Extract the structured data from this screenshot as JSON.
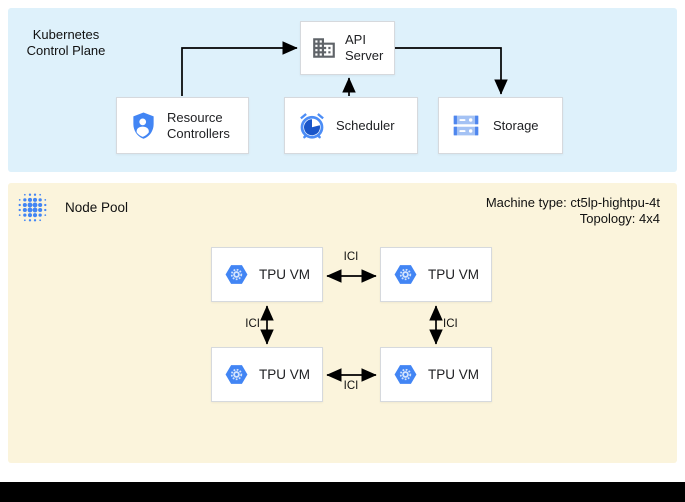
{
  "control_plane": {
    "title": "Kubernetes Control Plane",
    "nodes": {
      "api_server": {
        "label": "API Server",
        "icon": "building-icon"
      },
      "resource_controllers": {
        "label": "Resource Controllers",
        "icon": "shield-person-icon"
      },
      "scheduler": {
        "label": "Scheduler",
        "icon": "alarm-clock-icon"
      },
      "storage": {
        "label": "Storage",
        "icon": "disk-stack-icon"
      }
    }
  },
  "node_pool": {
    "title": "Node Pool",
    "icon": "dot-cluster-icon",
    "machine_type": "Machine type: ct5lp-hightpu-4t",
    "topology": "Topology: 4x4",
    "vms": [
      {
        "label": "TPU VM",
        "icon": "gke-hexagon-icon"
      },
      {
        "label": "TPU VM",
        "icon": "gke-hexagon-icon"
      },
      {
        "label": "TPU VM",
        "icon": "gke-hexagon-icon"
      },
      {
        "label": "TPU VM",
        "icon": "gke-hexagon-icon"
      }
    ],
    "links": [
      {
        "label": "ICI"
      },
      {
        "label": "ICI"
      },
      {
        "label": "ICI"
      },
      {
        "label": "ICI"
      }
    ]
  },
  "colors": {
    "control_plane_bg": "#DEF1FB",
    "node_pool_bg": "#FBF4DC",
    "accent_blue": "#4285F4",
    "light_blue": "#A4C2F4",
    "dark_blue": "#1A56C9",
    "icon_gray": "#5F6368",
    "arrow": "#000000"
  }
}
